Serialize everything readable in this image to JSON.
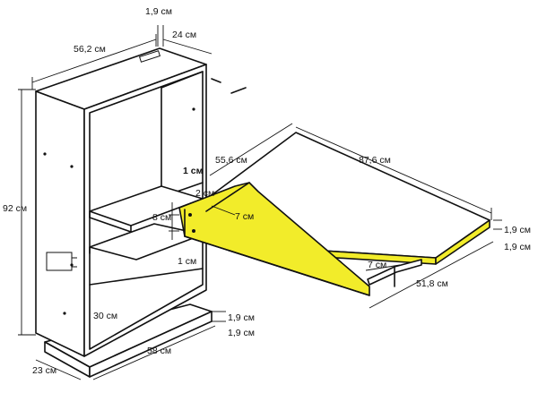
{
  "colors": {
    "wood_edge": "#f2ec2a",
    "line": "#111111",
    "paper": "#ffffff"
  },
  "dimensions": {
    "board_thickness_top": "1,9 см",
    "cabinet_width": "56,2 см",
    "cabinet_depth": "24 см",
    "cabinet_height": "92 см",
    "table_depth": "55,6 см",
    "table_length": "87,6 см",
    "bracket_1cm_top": "1 см",
    "bracket_2cm": "2 см",
    "bracket_8cm": "8 см",
    "bracket_7cm": "7 см",
    "bracket_1cm_bottom": "1 см",
    "tabletop_thickness_a": "1,9 см",
    "tabletop_thickness_b": "1,9 см",
    "support_7cm": "7 см",
    "support_length": "51,8 см",
    "shelf_height": "30 см",
    "plinth_thickness_a": "1,9 см",
    "plinth_thickness_b": "1,9 см",
    "plinth_depth": "23 см",
    "plinth_width": "58 см"
  }
}
